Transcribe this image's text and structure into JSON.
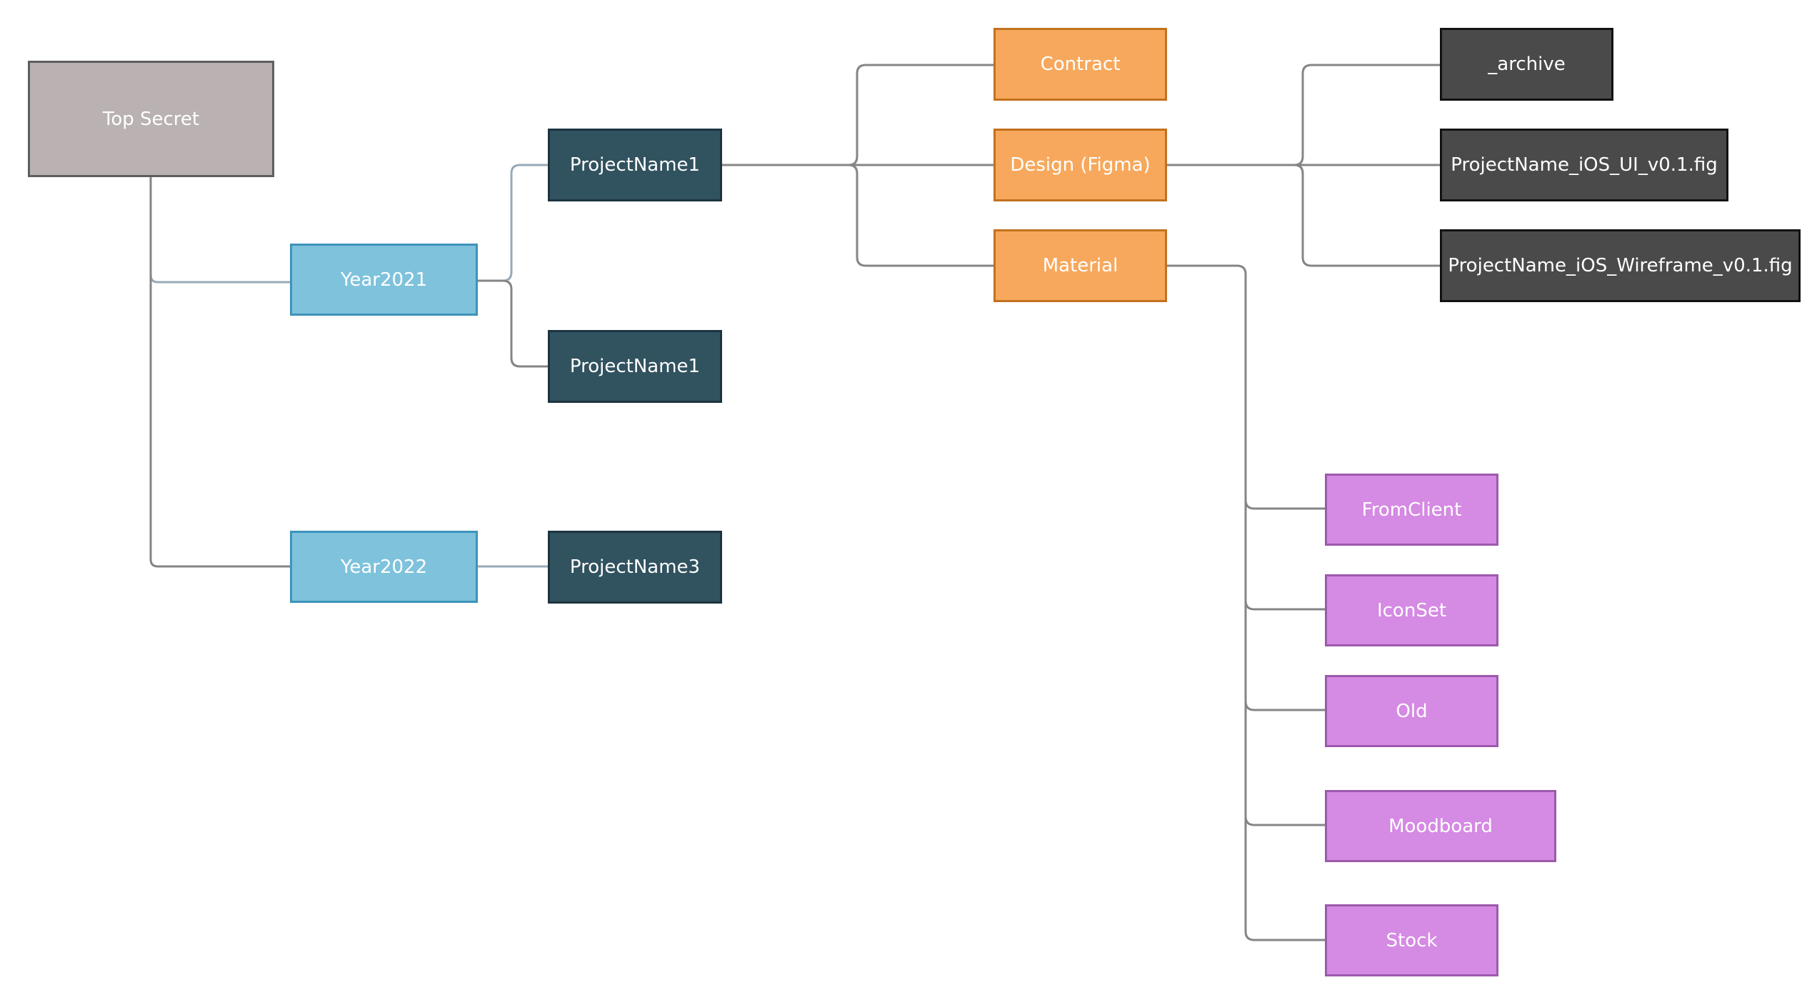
{
  "diagram": {
    "root": {
      "label": "Top Secret"
    },
    "years": [
      {
        "label": "Year2021"
      },
      {
        "label": "Year2022"
      }
    ],
    "projects": [
      {
        "label": "ProjectName1"
      },
      {
        "label": "ProjectName1"
      },
      {
        "label": "ProjectName3"
      }
    ],
    "folders": [
      {
        "label": "Contract"
      },
      {
        "label": "Design (Figma)"
      },
      {
        "label": "Material"
      }
    ],
    "design_files": [
      {
        "label": "_archive"
      },
      {
        "label": "ProjectName_iOS_UI_v0.1.fig"
      },
      {
        "label": "ProjectName_iOS_Wireframe_v0.1.fig"
      }
    ],
    "material_items": [
      {
        "label": "FromClient"
      },
      {
        "label": "IconSet"
      },
      {
        "label": "Old"
      },
      {
        "label": "Moodboard"
      },
      {
        "label": "Stock"
      }
    ],
    "colors": {
      "connector": "#858585",
      "connector_light": "#97aab7",
      "root_fill": "#bab2b2",
      "year_fill": "#7fc2dc",
      "project_fill": "#31525f",
      "folder_fill": "#f7a85c",
      "file_fill": "#4a4a4a",
      "material_fill": "#d58ae3"
    }
  }
}
